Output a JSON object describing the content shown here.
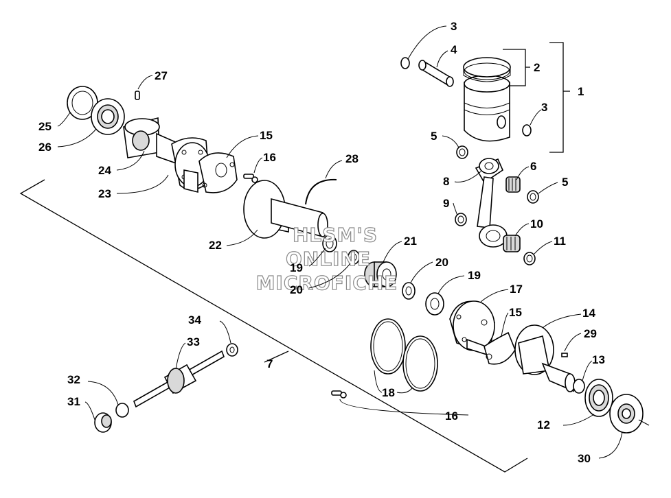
{
  "watermark": [
    "HLSM'S",
    "ONLINE",
    "MICROFICHE"
  ],
  "callouts": [
    "1",
    "2",
    "3",
    "3",
    "4",
    "5",
    "5",
    "6",
    "7",
    "8",
    "9",
    "10",
    "11",
    "12",
    "13",
    "14",
    "15",
    "15",
    "16",
    "16",
    "17",
    "18",
    "19",
    "19",
    "20",
    "20",
    "21",
    "22",
    "23",
    "24",
    "25",
    "26",
    "27",
    "28",
    "29",
    "30",
    "31",
    "32",
    "33",
    "34"
  ]
}
